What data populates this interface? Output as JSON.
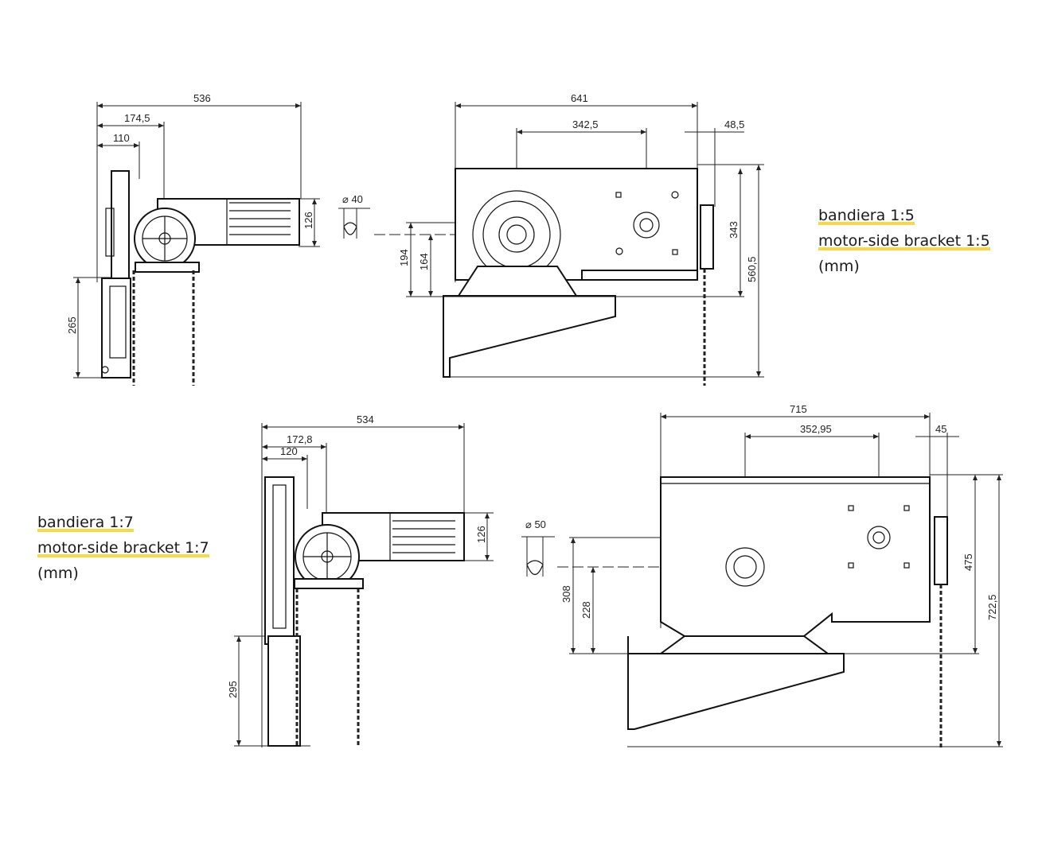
{
  "captions": {
    "top": {
      "line1": "bandiera 1:5",
      "line2": "motor-side bracket 1:5",
      "line3": "(mm)"
    },
    "bottom": {
      "line1": "bandiera 1:7",
      "line2": "motor-side bracket 1:7",
      "line3": "(mm)"
    }
  },
  "dimensions": {
    "top_left": {
      "overall": "536",
      "d1": "174,5",
      "d2": "110",
      "height": "265",
      "motor": "126"
    },
    "top_right": {
      "overall": "641",
      "d1": "342,5",
      "d2": "48,5",
      "dia": "⌀ 40",
      "h1": "194",
      "h2": "164",
      "h3": "343",
      "h4": "560,5"
    },
    "bottom_left": {
      "overall": "534",
      "d1": "172,8",
      "d2": "120",
      "height": "295",
      "motor": "126"
    },
    "bottom_right": {
      "overall": "715",
      "d1": "352,95",
      "d2": "45",
      "dia": "⌀ 50",
      "h1": "308",
      "h2": "228",
      "h3": "475",
      "h4": "722,5"
    }
  },
  "colors": {
    "highlight": "#f7d84a",
    "line": "#111111"
  }
}
